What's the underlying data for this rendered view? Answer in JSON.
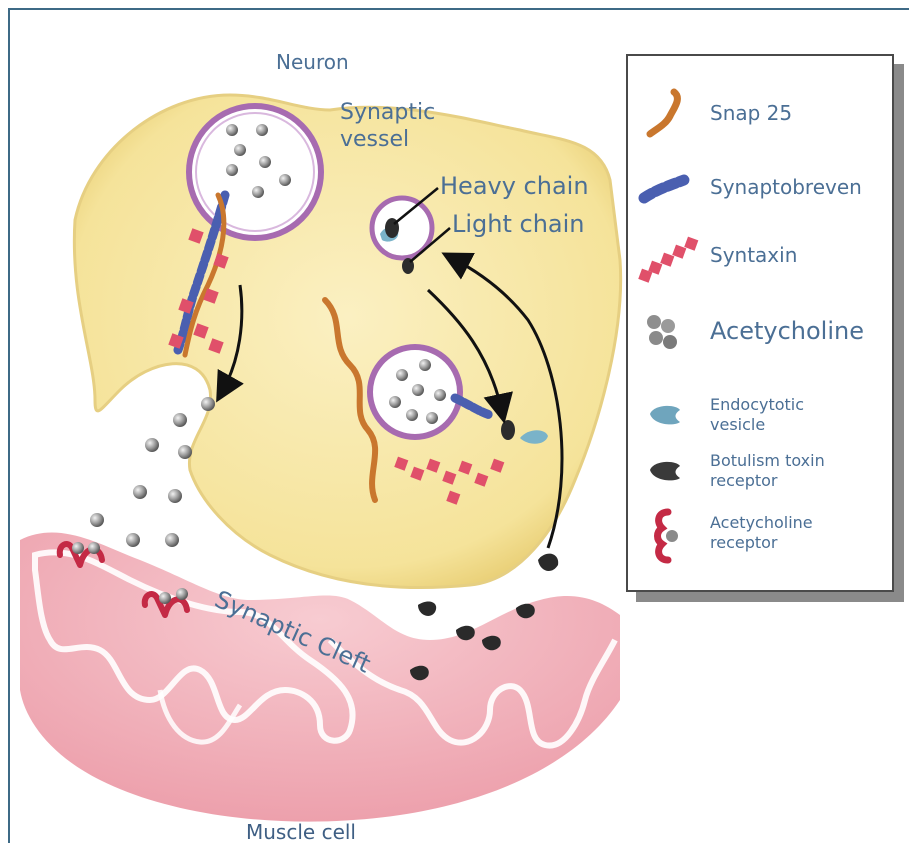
{
  "labels": {
    "neuron": "Neuron",
    "synaptic_vessel_line1": "Synaptic",
    "synaptic_vessel_line2": "vessel",
    "heavy_chain": "Heavy chain",
    "light_chain": "Light chain",
    "synaptic_cleft": "Synaptic Cleft",
    "muscle_cell": "Muscle cell"
  },
  "legend": {
    "items": [
      {
        "icon": "snap25-icon",
        "line1": "Snap 25",
        "line2": ""
      },
      {
        "icon": "synaptobrevin-icon",
        "line1": "Synaptobreven",
        "line2": ""
      },
      {
        "icon": "syntaxin-icon",
        "line1": "Syntaxin",
        "line2": ""
      },
      {
        "icon": "acetylcholine-icon",
        "line1": "Acetycholine",
        "line2": ""
      },
      {
        "icon": "endocytotic-vesicle-icon",
        "line1": "Endocytotic",
        "line2": "vesicle"
      },
      {
        "icon": "botulism-toxin-receptor-icon",
        "line1": "Botulism toxin",
        "line2": "receptor"
      },
      {
        "icon": "acetylcholine-receptor-icon",
        "line1": "Acetycholine",
        "line2": "receptor"
      }
    ]
  },
  "colors": {
    "neuron_fill": "#f7e7a0",
    "muscle_fill": "#f2aab4",
    "vesicle_ring": "#a76bb0",
    "snap25": "#c9772e",
    "synaptobrevin": "#4a5fb0",
    "syntaxin": "#e0506a",
    "label_text": "#4b6f95"
  }
}
